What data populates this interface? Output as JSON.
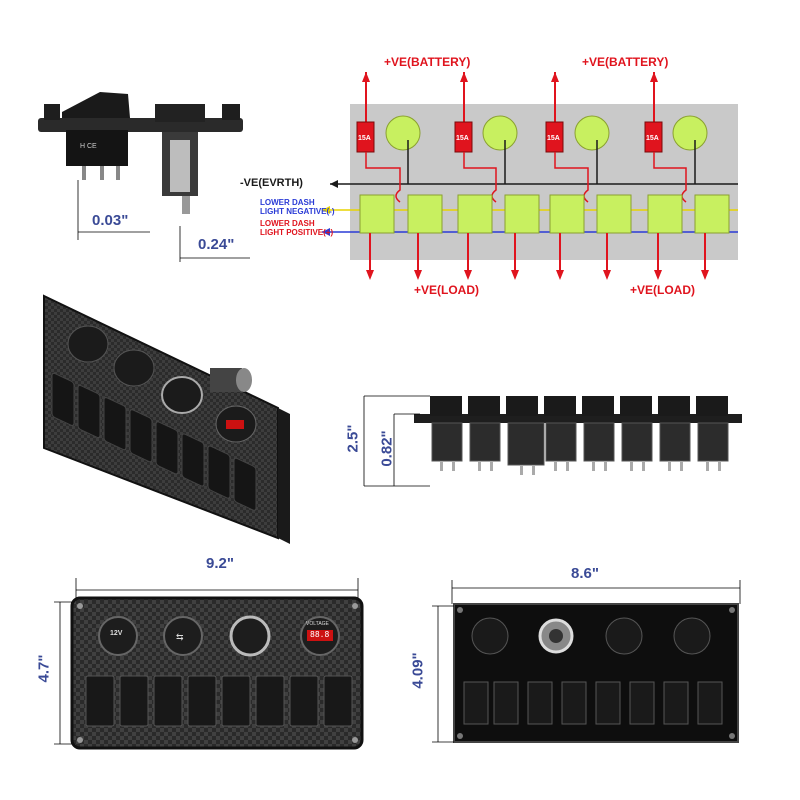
{
  "wiring": {
    "battery_label": "+VE(BATTERY)",
    "ground_label": "-VE(EVRTH)",
    "dash_negative_line1": "LOWER DASH",
    "dash_negative_line2": "LIGHT NEGATIVE(-)",
    "dash_positive_line1": "LOWER DASH",
    "dash_positive_line2": "LIGHT POSITIVE(+)",
    "load_label": "+VE(LOAD)",
    "fuse_label": "15A"
  },
  "dimensions": {
    "side_depth": "0.03\"",
    "socket_depth": "0.24\"",
    "side_height_total": "2.5\"",
    "side_height_partial": "0.82\"",
    "front_width": "9.2\"",
    "front_height": "4.7\"",
    "back_width": "8.6\"",
    "back_height": "4.09\""
  },
  "front_panel": {
    "socket_12v": "12V",
    "voltmeter_label": "VOLTAGE",
    "voltmeter_value": "88.8"
  },
  "colors": {
    "wire_red": "#e0141e",
    "wire_black": "#1a1a1a",
    "wire_blue": "#2a3bd6",
    "wire_yellow": "#e8d400",
    "relay_green": "#c8f060",
    "panel_bg": "#c9c9c9",
    "dimension_text": "#3a4a96"
  }
}
